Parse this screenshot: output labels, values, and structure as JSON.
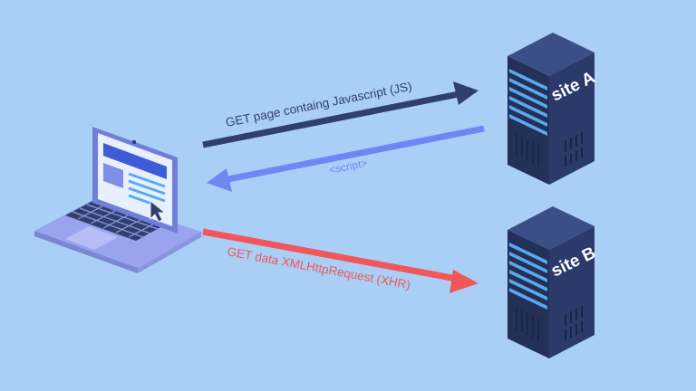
{
  "colors": {
    "background": "#a9cff7",
    "request_arrow": "#2f3f6e",
    "response_arrow": "#6f86f4",
    "xhr_arrow": "#f0565a",
    "server_body": "#2a3a6a",
    "server_top": "#3b4e86",
    "server_side": "#233158",
    "server_lights": "#5aa9f0",
    "laptop_body": "#9aa4ee",
    "laptop_screen": "#e8f0ff",
    "laptop_accent": "#3f5bd8"
  },
  "icons": {
    "client": "laptop-icon",
    "server_a": "server-icon",
    "server_b": "server-icon",
    "cursor": "mouse-pointer-icon"
  },
  "server_a": {
    "label": "site A"
  },
  "server_b": {
    "label": "site B"
  },
  "arrows": {
    "get_page": "GET page containg Javascript (JS)",
    "script": "<script>",
    "get_data": "GET data XMLHttpRequest (XHR)"
  }
}
